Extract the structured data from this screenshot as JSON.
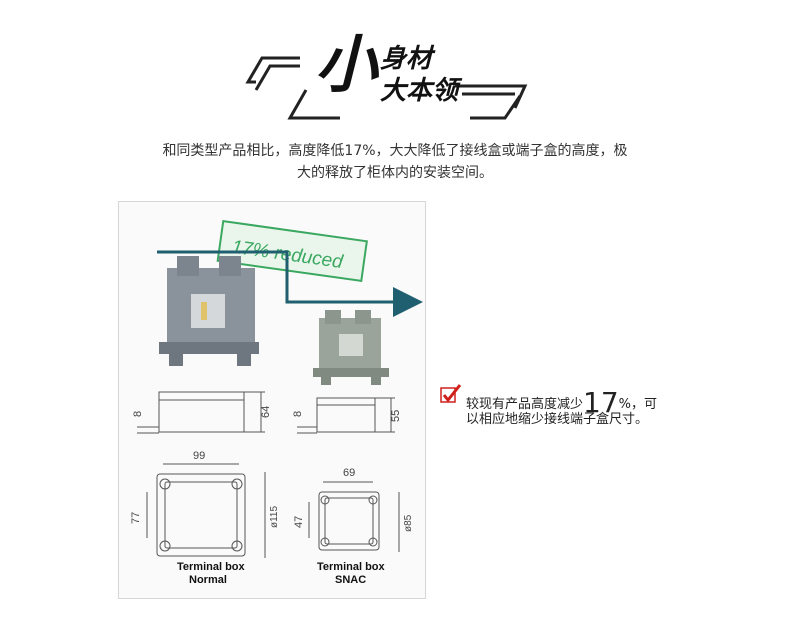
{
  "header": {
    "big_char": "小",
    "line1": "身材",
    "line2": "大本领"
  },
  "intro": {
    "line1": "和同类型产品相比，高度降低17%，大大降低了接线盒或端子盒的高度，极",
    "line2": "大的释放了柜体内的安装空间。"
  },
  "diagram": {
    "stamp_text": "17% reduced",
    "dims_normal": {
      "height": "64",
      "lip": "8",
      "width": "99",
      "inner": "77",
      "outer": "ø115"
    },
    "dims_snac": {
      "height": "55",
      "lip": "8",
      "width": "69",
      "inner": "47",
      "outer": "ø85"
    },
    "label_normal_1": "Terminal box",
    "label_normal_2": "Normal",
    "label_snac_1": "Terminal box",
    "label_snac_2": "SNAC"
  },
  "note": {
    "prefix": "较现有产品高度减少",
    "percent": "17",
    "suffix": "%，可",
    "line2": "以相应地缩少接线端子盒尺寸。"
  },
  "colors": {
    "arrow": "#1f5f6f",
    "stamp": "#3aa860",
    "check": "#d0201a"
  }
}
